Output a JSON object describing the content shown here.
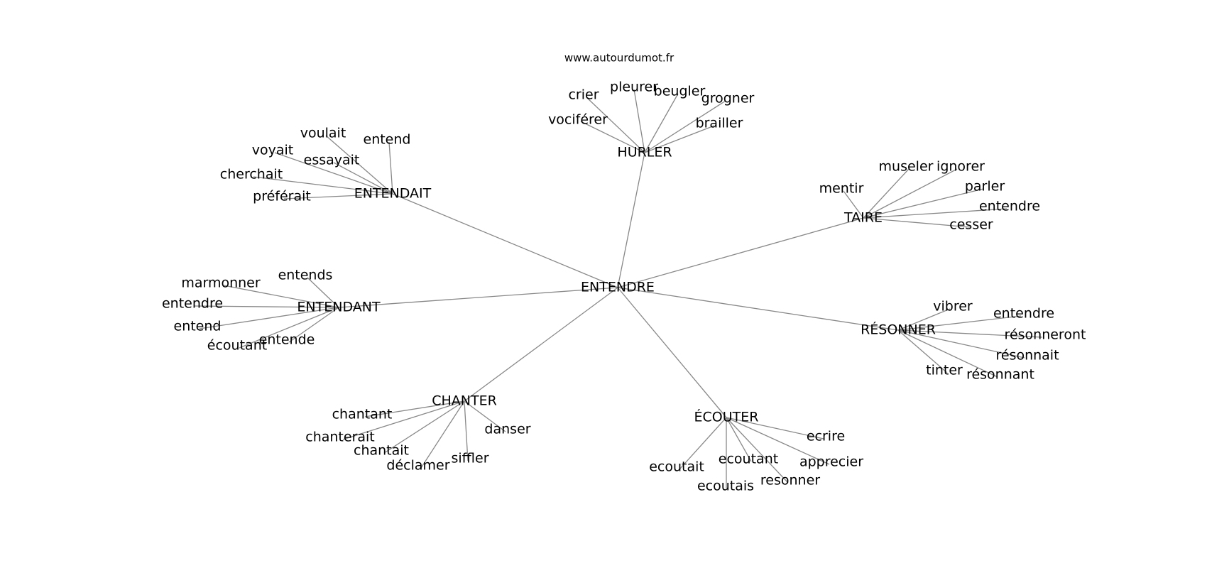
{
  "watermark": "www.autourdumot.fr",
  "center": "ENTENDRE",
  "groups": [
    {
      "hub": "HURLER",
      "leaves": [
        "crier",
        "pleurer",
        "beugler",
        "grogner",
        "vociférer",
        "brailler"
      ]
    },
    {
      "hub": "ENTENDAIT",
      "leaves": [
        "voulait",
        "entend",
        "voyait",
        "essayait",
        "cherchait",
        "préférait"
      ]
    },
    {
      "hub": "TAIRE",
      "leaves": [
        "museler",
        "ignorer",
        "mentir",
        "parler",
        "entendre",
        "cesser"
      ]
    },
    {
      "hub": "ENTENDANT",
      "leaves": [
        "marmonner",
        "entends",
        "entendre",
        "entend",
        "entende",
        "écoutant"
      ]
    },
    {
      "hub": "RÉSONNER",
      "leaves": [
        "vibrer",
        "entendre",
        "résonneront",
        "résonnait",
        "tinter",
        "résonnant"
      ]
    },
    {
      "hub": "CHANTER",
      "leaves": [
        "chantant",
        "chanterait",
        "danser",
        "chantait",
        "siffler",
        "déclamer"
      ]
    },
    {
      "hub": "ÉCOUTER",
      "leaves": [
        "ecrire",
        "ecoutant",
        "apprecier",
        "ecoutait",
        "resonner",
        "ecoutais"
      ]
    }
  ]
}
